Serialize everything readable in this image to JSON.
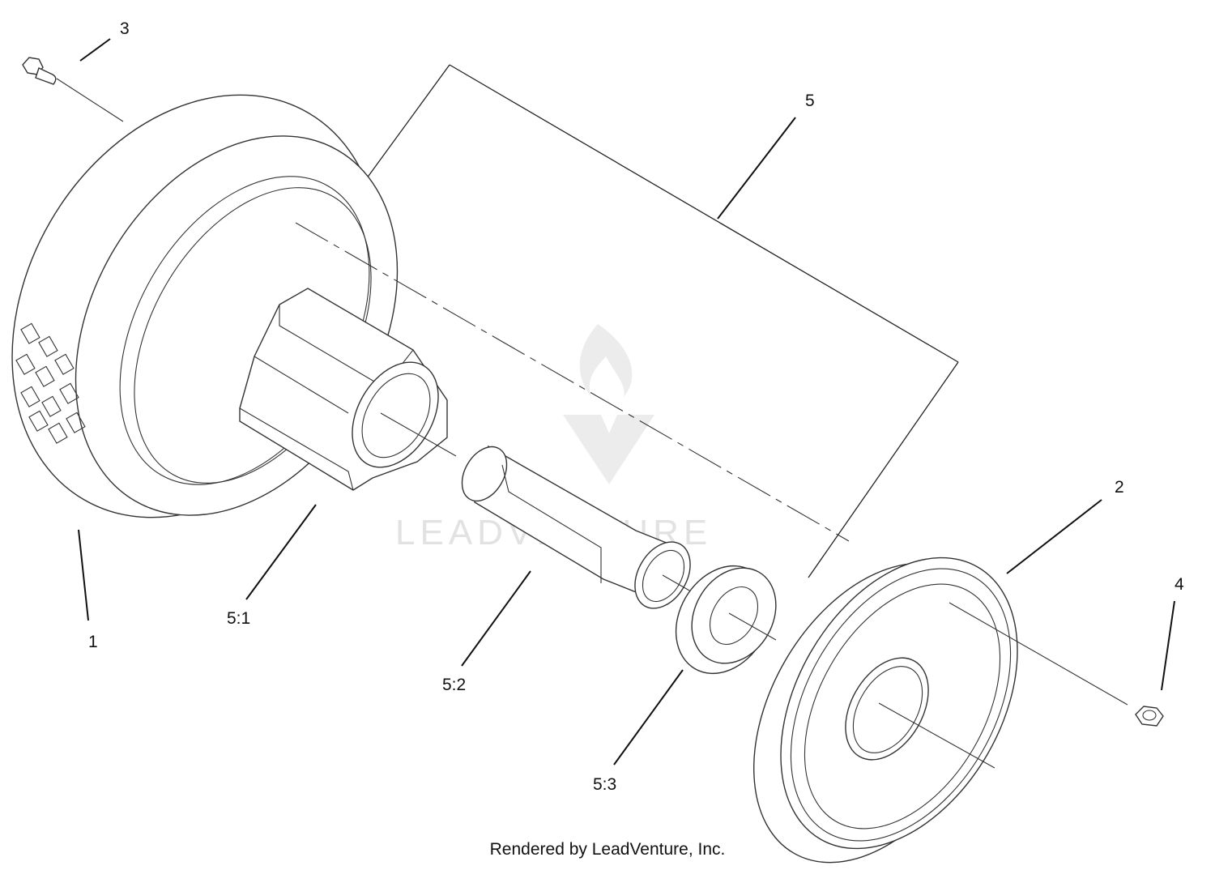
{
  "diagram": {
    "callouts": {
      "c1": "1",
      "c2": "2",
      "c3": "3",
      "c4": "4",
      "c5": "5",
      "c51": "5:1",
      "c52": "5:2",
      "c53": "5:3"
    },
    "watermark": "LEADVENTURE",
    "footer": "Rendered by LeadVenture, Inc."
  }
}
